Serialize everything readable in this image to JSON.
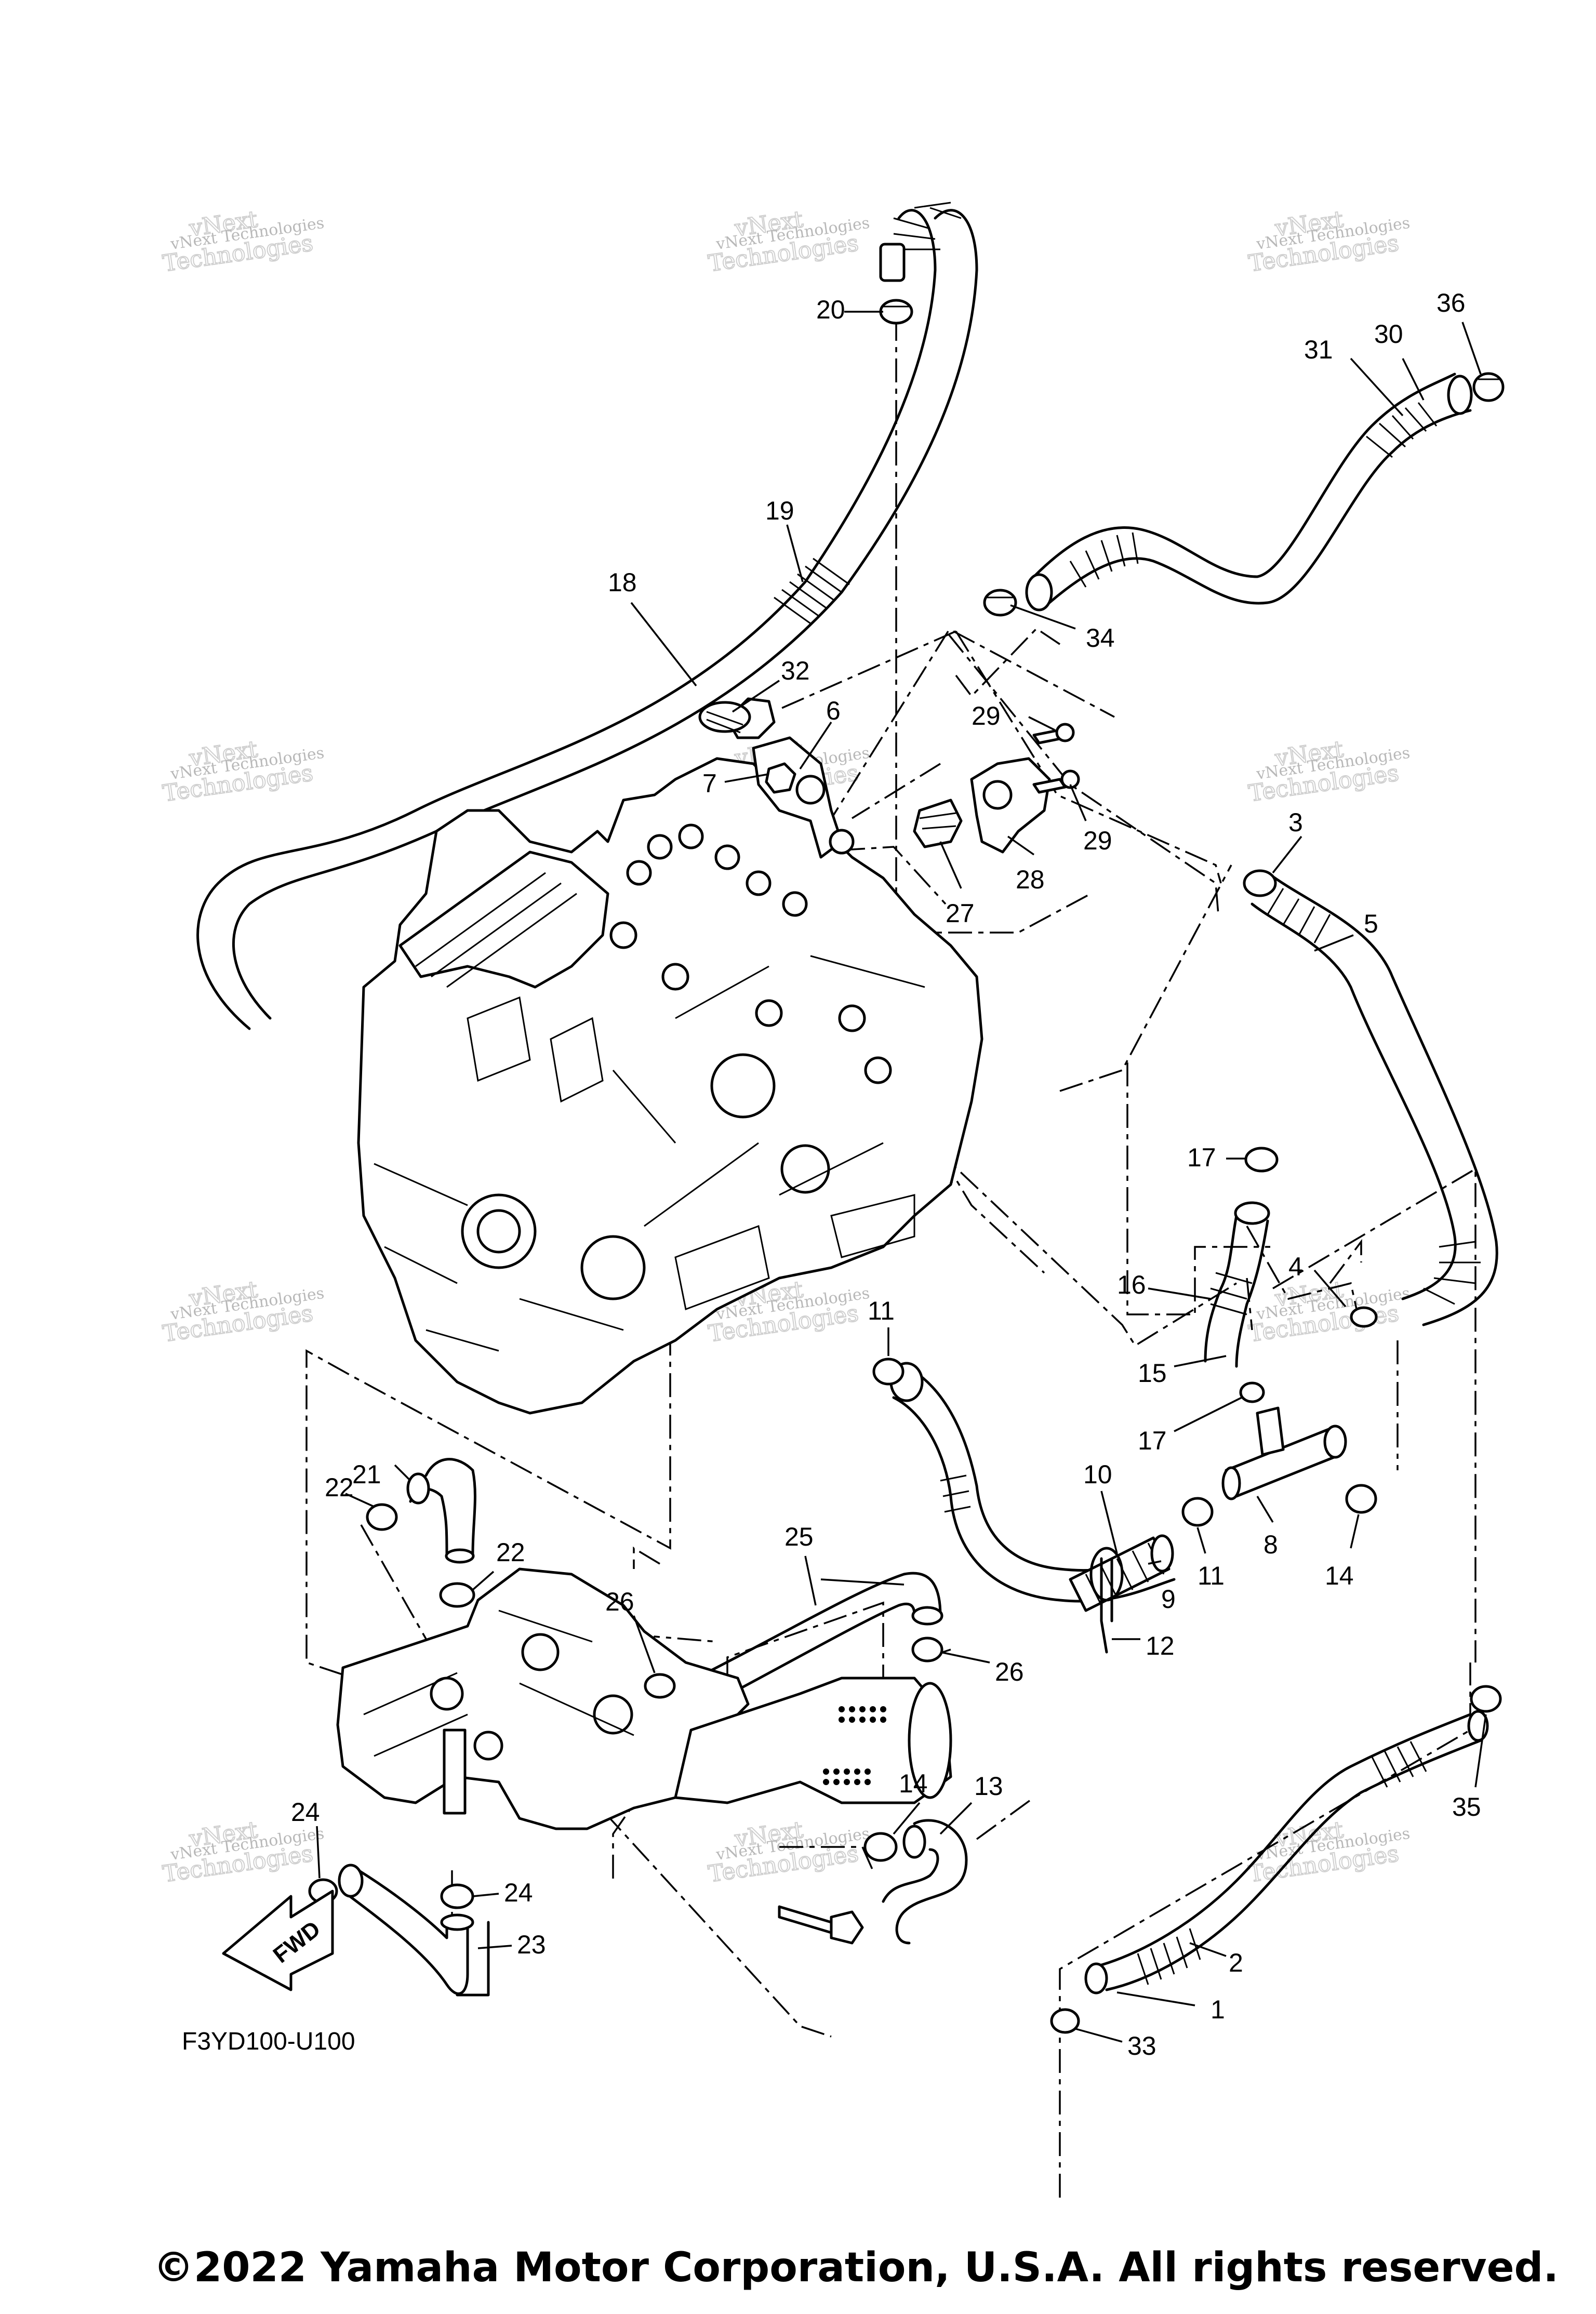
{
  "diagram_code": "F3YD100-U100",
  "copyright": "©2022 Yamaha Motor Corporation, U.S.A. All rights reserved.",
  "fwd_label": "FWD",
  "watermark": {
    "line1": "vNext Technologies",
    "line2": "vNext",
    "line3": "Technologies"
  },
  "callouts": {
    "c1": "1",
    "c2": "2",
    "c3": "3",
    "c4": "4",
    "c5": "5",
    "c6": "6",
    "c7": "7",
    "c8": "8",
    "c9": "9",
    "c10": "10",
    "c11a": "11",
    "c11b": "11",
    "c12": "12",
    "c13": "13",
    "c14a": "14",
    "c14b": "14",
    "c15": "15",
    "c16": "16",
    "c17a": "17",
    "c17b": "17",
    "c18": "18",
    "c19": "19",
    "c20": "20",
    "c21": "21",
    "c22a": "22",
    "c22b": "22",
    "c23": "23",
    "c24a": "24",
    "c24b": "24",
    "c25": "25",
    "c26a": "26",
    "c26b": "26",
    "c27": "27",
    "c28": "28",
    "c29a": "29",
    "c29b": "29",
    "c30": "30",
    "c31": "31",
    "c32": "32",
    "c33": "33",
    "c34": "34",
    "c35": "35",
    "c36": "36"
  }
}
